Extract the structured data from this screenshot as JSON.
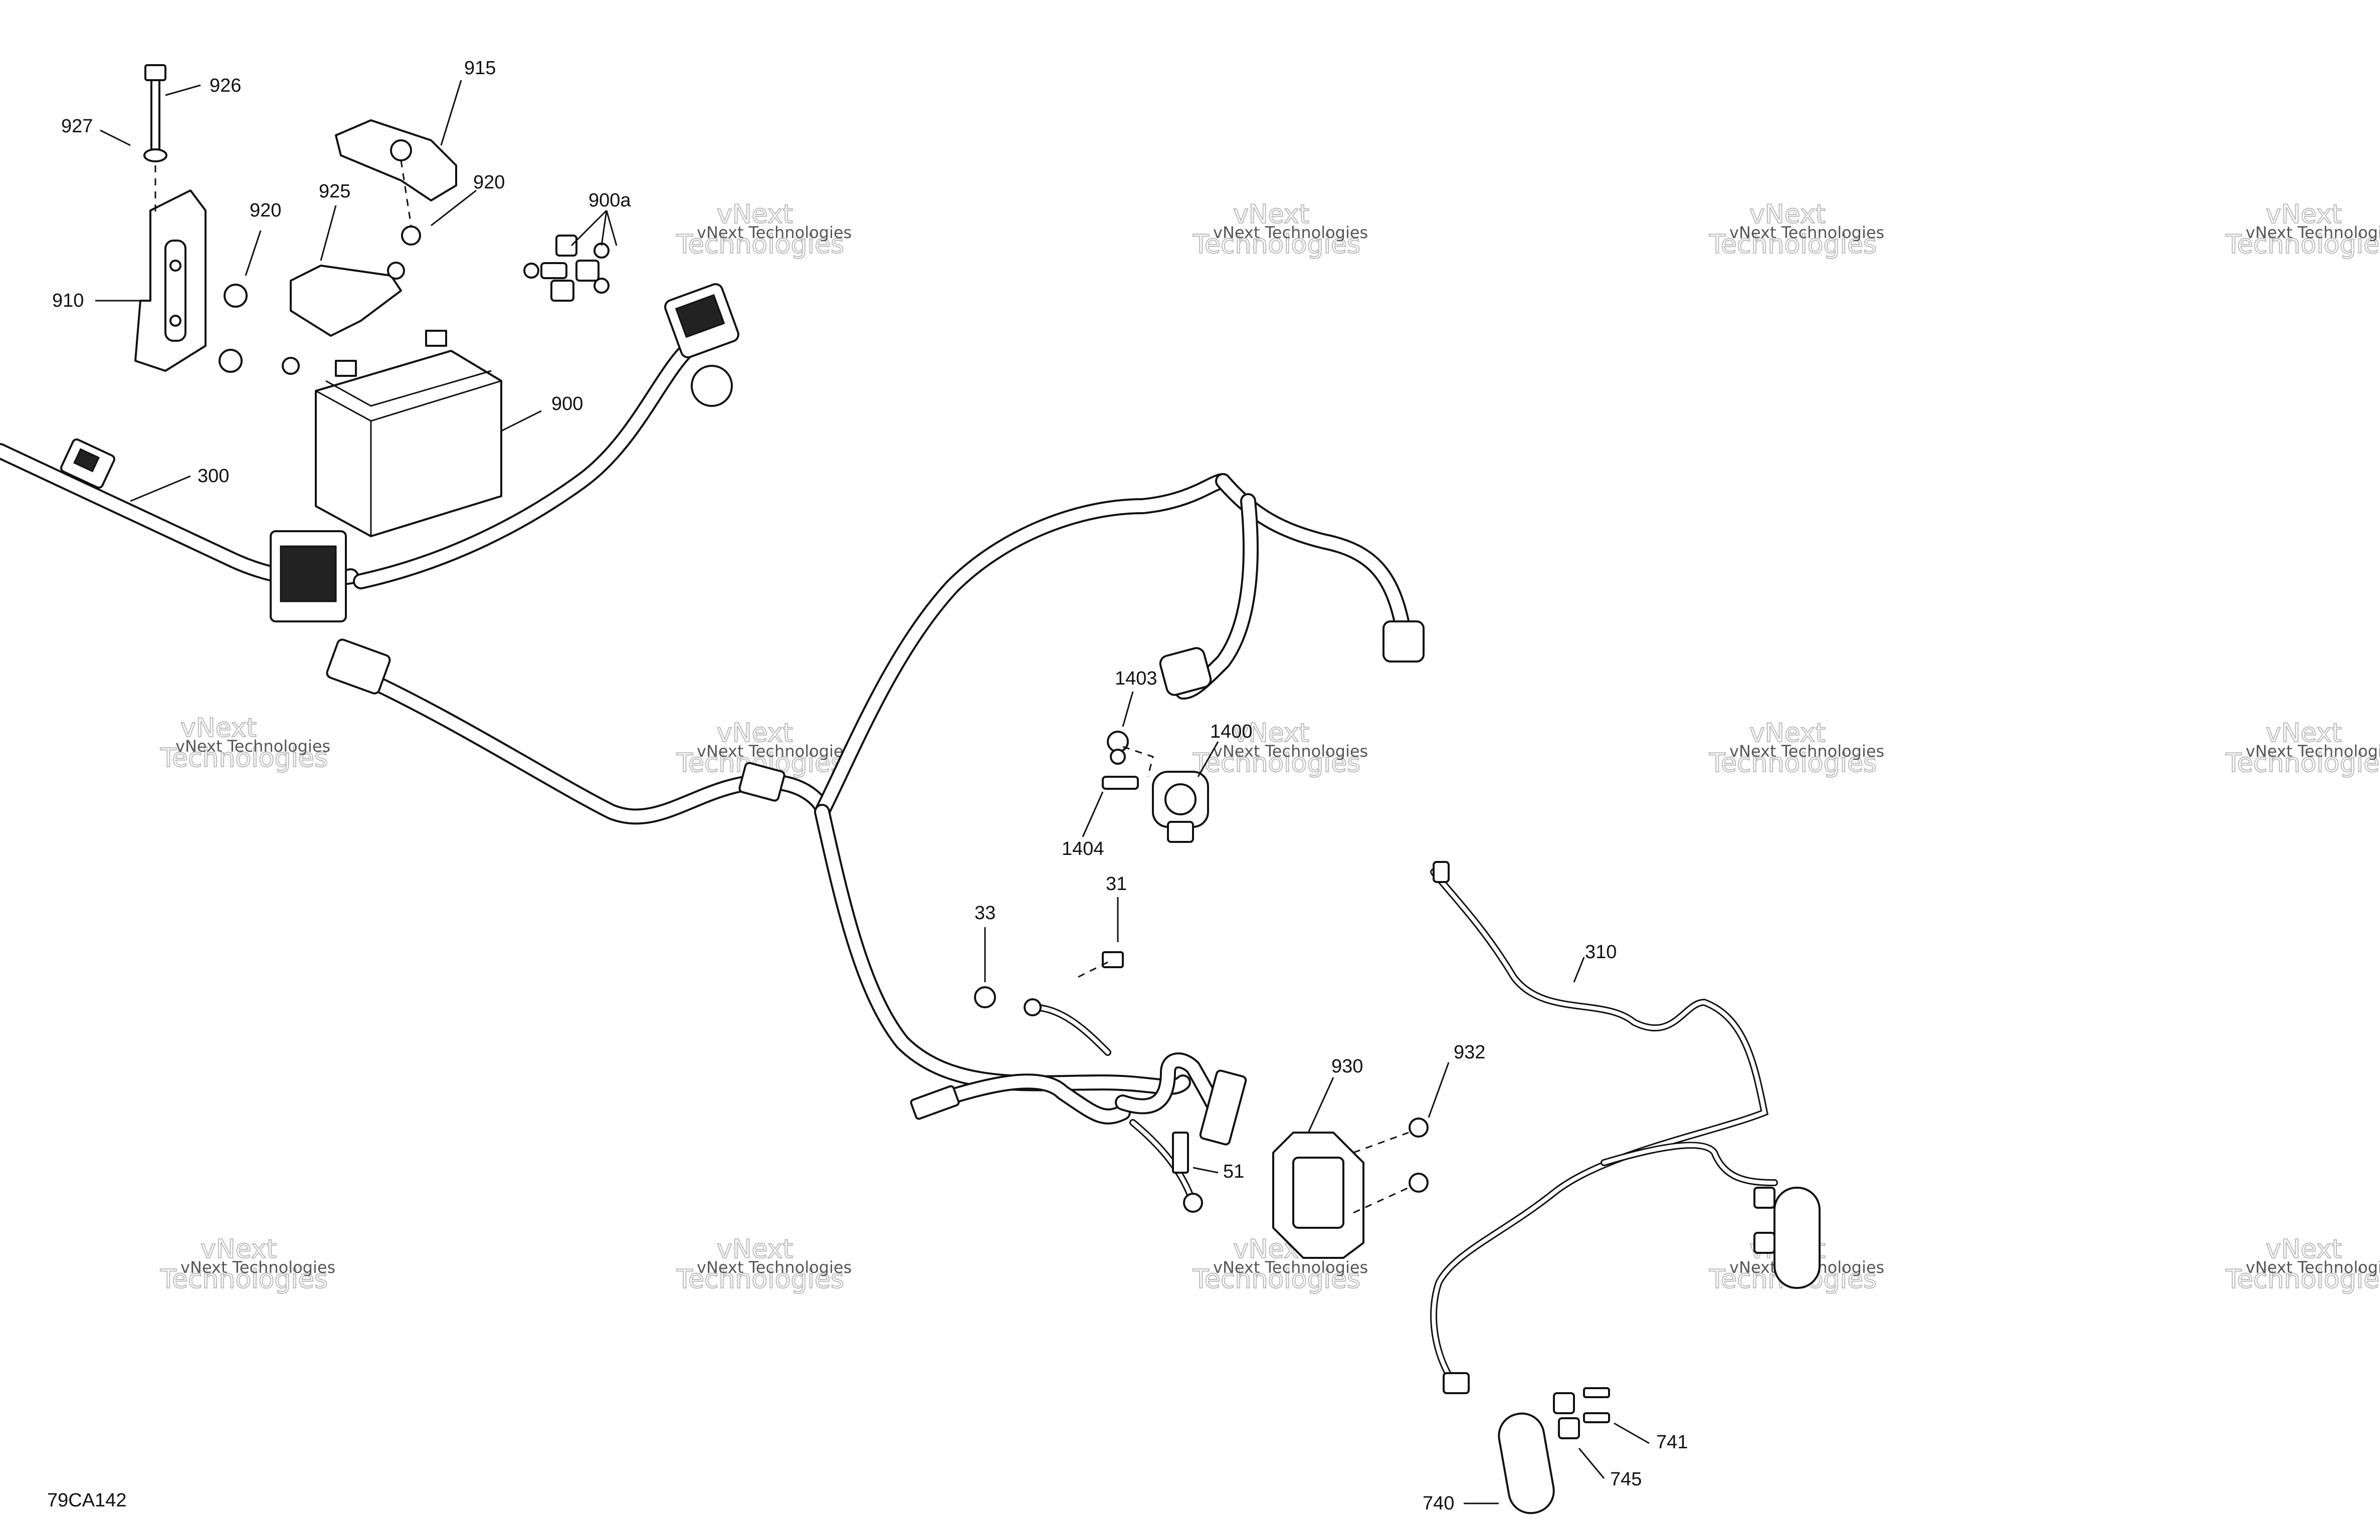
{
  "diagram_code": "79CA142",
  "watermark": {
    "line1": "vNext Technologies",
    "line2": "vNext",
    "line3": "Technologies"
  },
  "callouts": {
    "c926": "926",
    "c927": "927",
    "c915": "915",
    "c920a": "920",
    "c920b": "920",
    "c925": "925",
    "c900a": "900a",
    "c910": "910",
    "c900": "900",
    "c300": "300",
    "c1403": "1403",
    "c1400": "1400",
    "c1404": "1404",
    "c33": "33",
    "c31": "31",
    "c310": "310",
    "c930": "930",
    "c932": "932",
    "c51": "51",
    "c741": "741",
    "c745": "745",
    "c740": "740"
  }
}
